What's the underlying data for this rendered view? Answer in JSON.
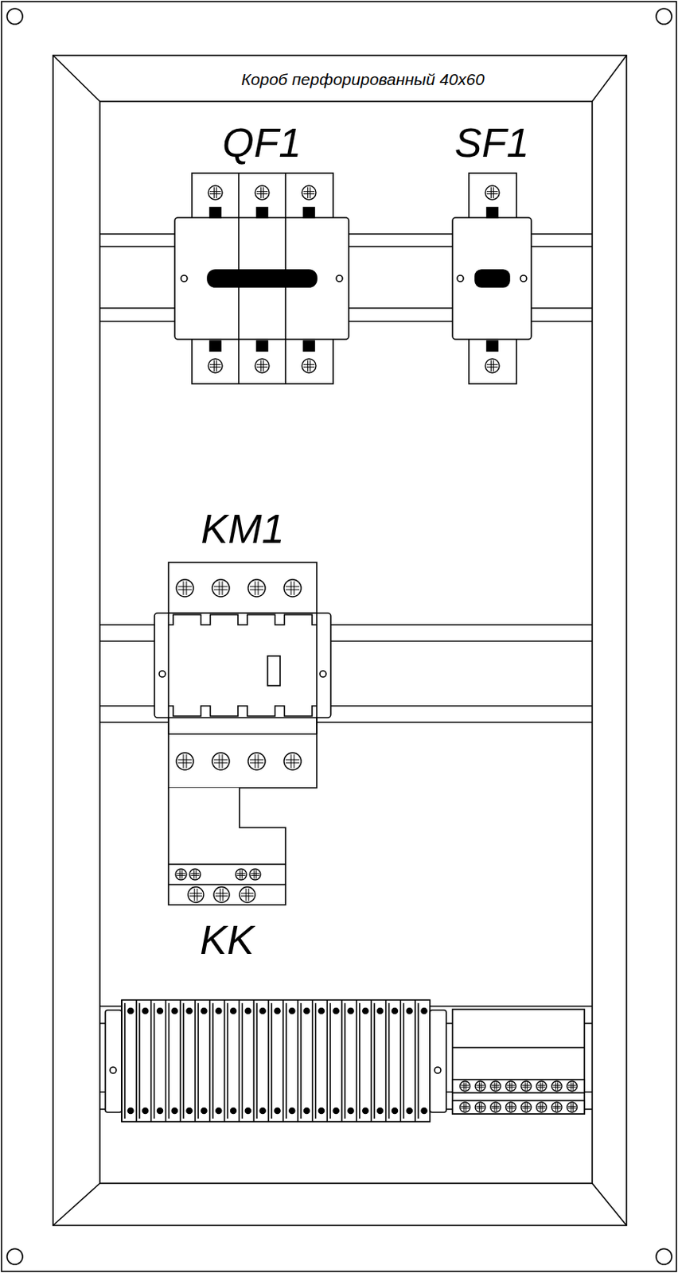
{
  "diagram": {
    "nodes": [
      {
        "text": [
          "QF1"
        ]
      },
      {
        "text": [
          "SF1"
        ]
      },
      {
        "text": [
          "KM1"
        ]
      },
      {
        "text": [
          "KK"
        ]
      }
    ],
    "labels": [
      "Короб перфорированный 40x60"
    ]
  }
}
